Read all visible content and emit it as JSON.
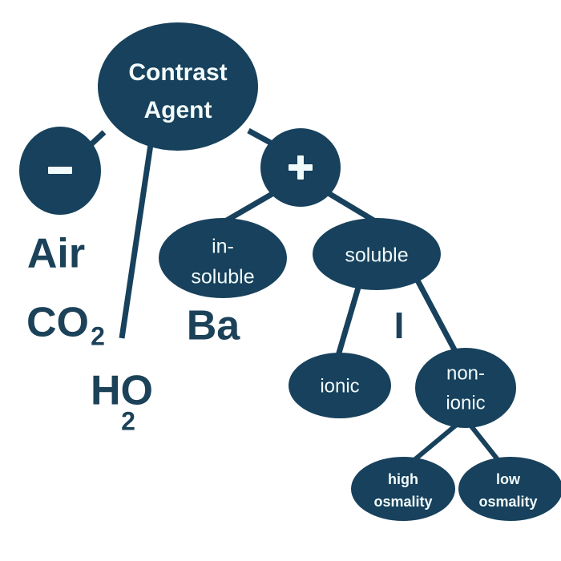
{
  "diagram": {
    "title": "Contrast Agent",
    "colors": {
      "node_fill": "#17415c",
      "node_text": "#f2fbfb",
      "free_text": "#1b4259",
      "edge": "#17415c",
      "background": "#ffffff"
    },
    "nodes": {
      "root": {
        "label": "Contrast Agent",
        "line1": "Contrast",
        "line2": "Agent"
      },
      "negative": {
        "label": "-"
      },
      "positive": {
        "label": "+"
      },
      "insoluble": {
        "label": "in-soluble",
        "line1": "in-",
        "line2": "soluble"
      },
      "soluble": {
        "label": "soluble"
      },
      "ionic": {
        "label": "ionic"
      },
      "nonionic": {
        "label": "non-ionic",
        "line1": "non-",
        "line2": "ionic"
      },
      "high_osmality": {
        "label": "high osmality",
        "line1": "high",
        "line2": "osmality"
      },
      "low_osmality": {
        "label": "low osmality",
        "line1": "low",
        "line2": "osmality"
      }
    },
    "free_labels": {
      "air": "Air",
      "co2": {
        "base": "CO",
        "sub": "2"
      },
      "h2o": {
        "base": "HO",
        "sub": "2"
      },
      "ba": "Ba",
      "iodine": "I"
    }
  }
}
